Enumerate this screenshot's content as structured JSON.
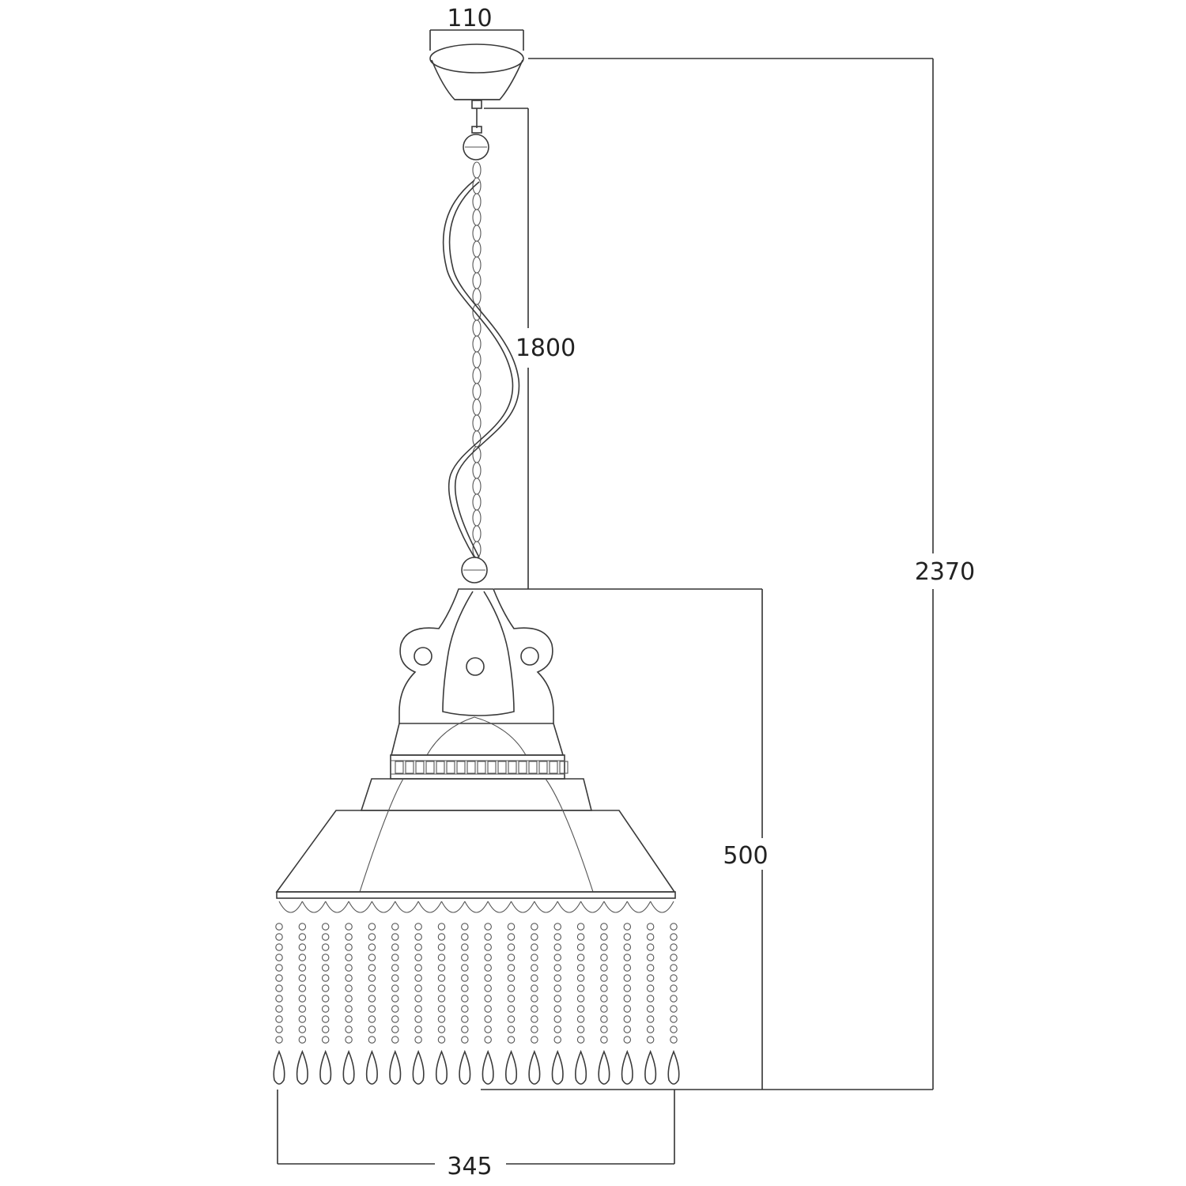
{
  "dimensions": {
    "canopy_width": "110",
    "chain_length": "1800",
    "total_height": "2370",
    "body_height": "500",
    "body_width": "345"
  }
}
